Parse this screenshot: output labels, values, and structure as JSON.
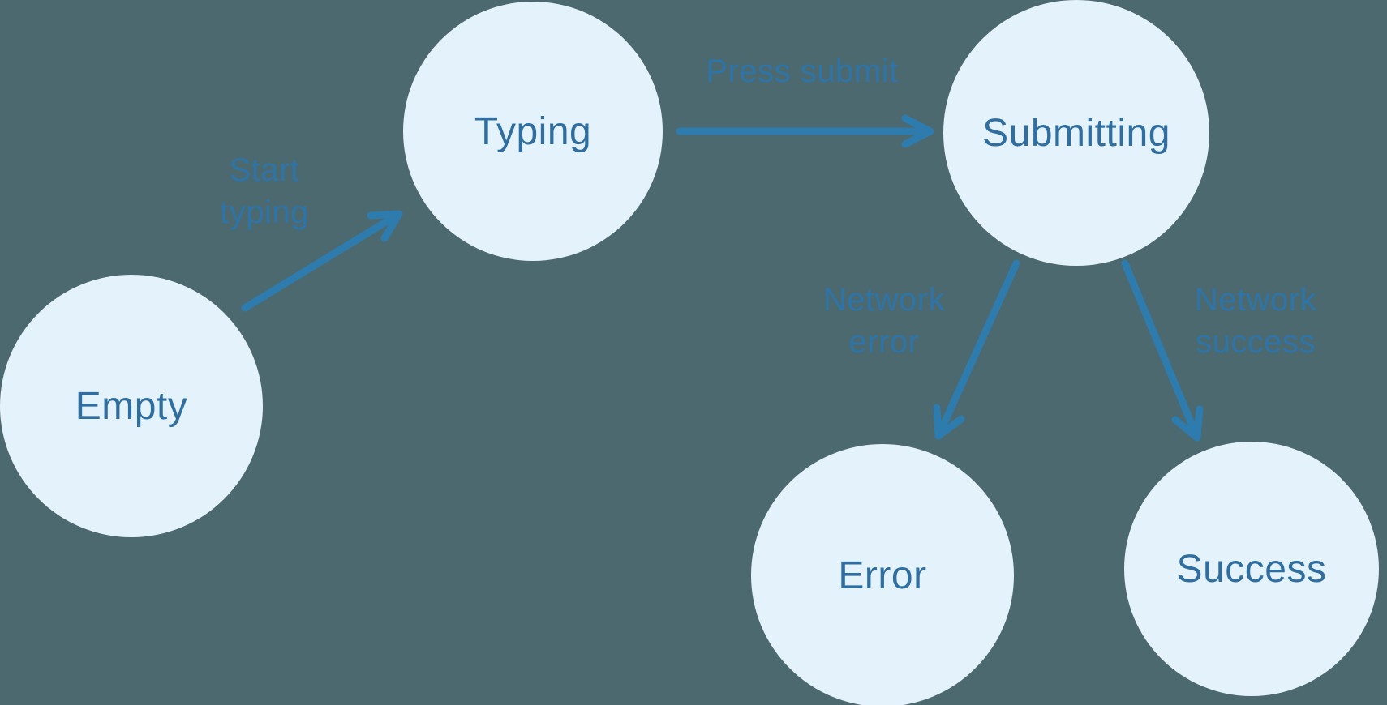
{
  "diagram": {
    "type": "state-machine",
    "colors": {
      "background": "#4C6970",
      "node_fill": "#E4F2FC",
      "node_text": "#2F6E9E",
      "arrow": "#2E7BAE",
      "edge_label": "#2E74A6"
    },
    "nodes": [
      {
        "id": "empty",
        "label": "Empty"
      },
      {
        "id": "typing",
        "label": "Typing"
      },
      {
        "id": "submitting",
        "label": "Submitting"
      },
      {
        "id": "error",
        "label": "Error"
      },
      {
        "id": "success",
        "label": "Success"
      }
    ],
    "edges": [
      {
        "from": "empty",
        "to": "typing",
        "label": "Start typing"
      },
      {
        "from": "typing",
        "to": "submitting",
        "label": "Press submit"
      },
      {
        "from": "submitting",
        "to": "error",
        "label": "Network error"
      },
      {
        "from": "submitting",
        "to": "success",
        "label": "Network success"
      }
    ]
  }
}
